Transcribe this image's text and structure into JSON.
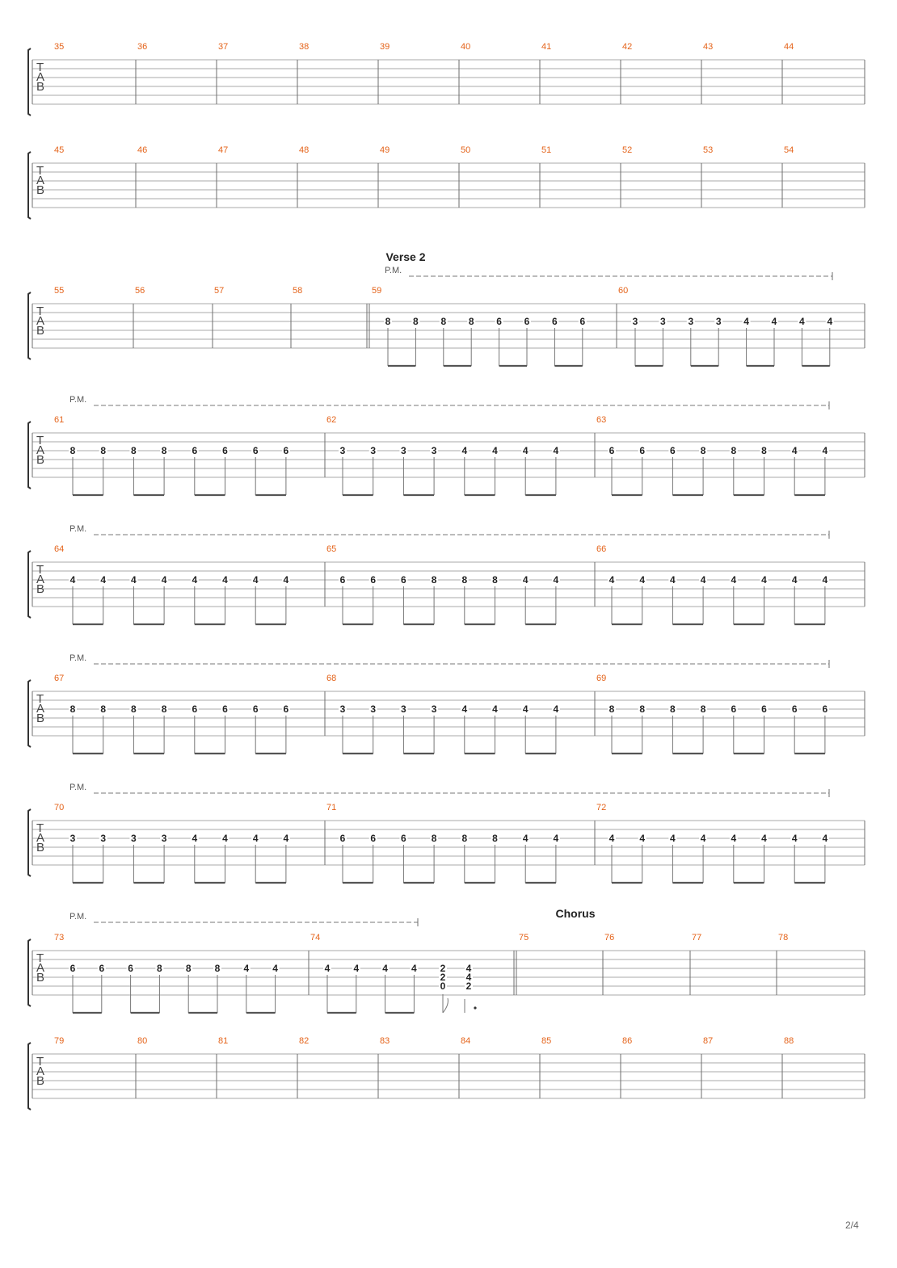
{
  "page": {
    "number": "2/4"
  },
  "tab_label": [
    "T",
    "A",
    "B"
  ],
  "pm_label": "P.M.",
  "systems": [
    {
      "measures": [
        "35",
        "36",
        "37",
        "38",
        "39",
        "40",
        "41",
        "42",
        "43",
        "44"
      ]
    },
    {
      "measures": [
        "45",
        "46",
        "47",
        "48",
        "49",
        "50",
        "51",
        "52",
        "53",
        "54"
      ]
    },
    {
      "section": "Verse 2",
      "measures": [
        "55",
        "56",
        "57",
        "58",
        "59",
        "60"
      ],
      "notes": {
        "59": [
          "8",
          "8",
          "8",
          "8",
          "6",
          "6",
          "6",
          "6"
        ],
        "60": [
          "3",
          "3",
          "3",
          "3",
          "4",
          "4",
          "4",
          "4"
        ]
      }
    },
    {
      "measures": [
        "61",
        "62",
        "63"
      ],
      "notes": {
        "61": [
          "8",
          "8",
          "8",
          "8",
          "6",
          "6",
          "6",
          "6"
        ],
        "62": [
          "3",
          "3",
          "3",
          "3",
          "4",
          "4",
          "4",
          "4"
        ],
        "63": [
          "6",
          "6",
          "6",
          "8",
          "8",
          "8",
          "4",
          "4"
        ]
      }
    },
    {
      "measures": [
        "64",
        "65",
        "66"
      ],
      "notes": {
        "64": [
          "4",
          "4",
          "4",
          "4",
          "4",
          "4",
          "4",
          "4"
        ],
        "65": [
          "6",
          "6",
          "6",
          "8",
          "8",
          "8",
          "4",
          "4"
        ],
        "66": [
          "4",
          "4",
          "4",
          "4",
          "4",
          "4",
          "4",
          "4"
        ]
      }
    },
    {
      "measures": [
        "67",
        "68",
        "69"
      ],
      "notes": {
        "67": [
          "8",
          "8",
          "8",
          "8",
          "6",
          "6",
          "6",
          "6"
        ],
        "68": [
          "3",
          "3",
          "3",
          "3",
          "4",
          "4",
          "4",
          "4"
        ],
        "69": [
          "8",
          "8",
          "8",
          "8",
          "6",
          "6",
          "6",
          "6"
        ]
      }
    },
    {
      "measures": [
        "70",
        "71",
        "72"
      ],
      "notes": {
        "70": [
          "3",
          "3",
          "3",
          "3",
          "4",
          "4",
          "4",
          "4"
        ],
        "71": [
          "6",
          "6",
          "6",
          "8",
          "8",
          "8",
          "4",
          "4"
        ],
        "72": [
          "4",
          "4",
          "4",
          "4",
          "4",
          "4",
          "4",
          "4"
        ]
      }
    },
    {
      "section": "Chorus",
      "measures": [
        "73",
        "74",
        "75",
        "76",
        "77",
        "78"
      ],
      "notes": {
        "73": [
          "6",
          "6",
          "6",
          "8",
          "8",
          "8",
          "4",
          "4"
        ],
        "74": [
          "4",
          "4",
          "4",
          "4"
        ]
      },
      "chords": [
        [
          "2",
          "2",
          "0"
        ],
        [
          "4",
          "4",
          "2"
        ]
      ]
    },
    {
      "measures": [
        "79",
        "80",
        "81",
        "82",
        "83",
        "84",
        "85",
        "86",
        "87",
        "88"
      ]
    }
  ]
}
